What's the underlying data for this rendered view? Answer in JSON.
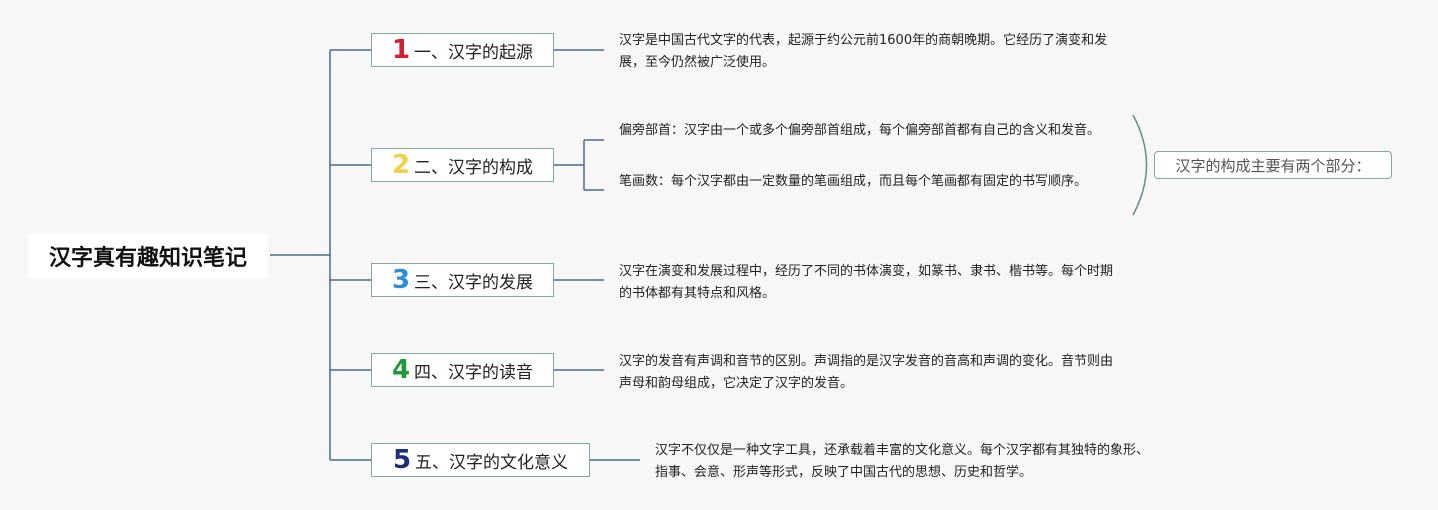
{
  "colors": {
    "line": "#4a6891",
    "branch_border": "#7fa9a4",
    "num1": "#d61f2c",
    "num2": "#f0d14a",
    "num3": "#2a8fd8",
    "num4": "#1f9a3a",
    "num5": "#1c2d7a"
  },
  "root": {
    "label": "汉字真有趣知识笔记"
  },
  "branches": [
    {
      "num": "1",
      "label": "一、汉字的起源"
    },
    {
      "num": "2",
      "label": "二、汉字的构成"
    },
    {
      "num": "3",
      "label": "三、汉字的发展"
    },
    {
      "num": "4",
      "label": "四、汉字的读音"
    },
    {
      "num": "5",
      "label": "五、汉字的文化意义"
    }
  ],
  "notes": {
    "origin": "汉字是中国古代文字的代表，起源于约公元前1600年的商朝晚期。它经历了演变和发展，至今仍然被广泛使用。",
    "radical": "偏旁部首：汉字由一个或多个偏旁部首组成，每个偏旁部首都有自己的含义和发音。",
    "strokes": "笔画数：每个汉字都由一定数量的笔画组成，而且每个笔画都有固定的书写顺序。",
    "development": "汉字在演变和发展过程中，经历了不同的书体演变，如篆书、隶书、楷书等。每个时期的书体都有其特点和风格。",
    "pronunciation": "汉字的发音有声调和音节的区别。声调指的是汉字发音的音高和声调的变化。音节则由声母和韵母组成，它决定了汉字的发音。",
    "culture": "汉字不仅仅是一种文字工具，还承载着丰富的文化意义。每个汉字都有其独特的象形、指事、会意、形声等形式，反映了中国古代的思想、历史和哲学。"
  },
  "summary": {
    "label": "汉字的构成主要有两个部分："
  }
}
